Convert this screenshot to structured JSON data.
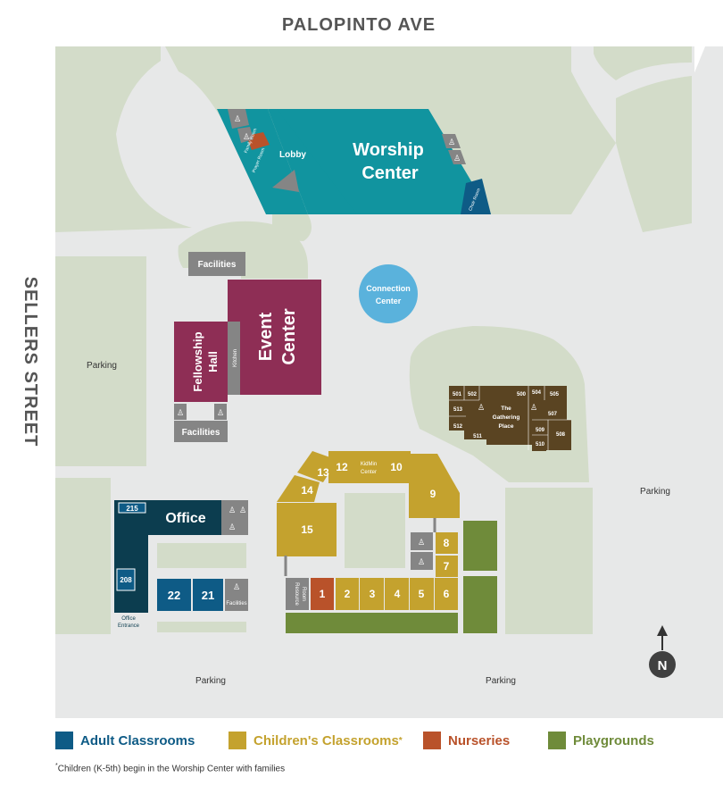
{
  "streets": {
    "north": "PALOPINTO AVE",
    "west": "SELLERS STREET"
  },
  "buildings": {
    "worship_center": "Worship Center",
    "lobby": "Lobby",
    "family_room": "Family Room",
    "prayer_room": "Prayer Room",
    "choir_room": "Choir Room",
    "facilities": "Facilities",
    "event_center": "Event Center",
    "fellowship_hall": "Fellowship Hall",
    "kitchen": "Kitchen",
    "connection_center": "Connection Center",
    "office": "Office",
    "office_entrance": "Office Entrance",
    "resource_room": "Resource Room",
    "kidmin_center": "KidMin Center",
    "gathering_place": "The Gathering Place"
  },
  "rooms": {
    "adult": [
      "215",
      "208",
      "22",
      "21"
    ],
    "children": [
      "1",
      "2",
      "3",
      "4",
      "5",
      "6",
      "7",
      "8",
      "9",
      "10",
      "12",
      "13",
      "14",
      "15"
    ],
    "gathering": [
      "501",
      "502",
      "500",
      "504",
      "505",
      "513",
      "507",
      "512",
      "511",
      "509",
      "510",
      "508"
    ]
  },
  "parking": [
    "Parking",
    "Parking",
    "Parking",
    "Parking"
  ],
  "compass": "N",
  "legend": [
    {
      "label": "Adult Classrooms",
      "color": "#0e5b86"
    },
    {
      "label": "Children's Classrooms",
      "color": "#c4a22e",
      "sup": "*"
    },
    {
      "label": "Nurseries",
      "color": "#b9522a"
    },
    {
      "label": "Playgrounds",
      "color": "#6f8b3a"
    }
  ],
  "footnote": {
    "sup": "*",
    "text": "Children (K-5th) begin in the Worship Center with families"
  },
  "colors": {
    "teal": "#11949f",
    "maroon": "#8e2e55",
    "navy": "#0c3d4f",
    "gold": "#c4a22e",
    "brown": "#5a4422",
    "green": "#6f8b3a",
    "grass": "#d3dcc9",
    "road": "#e7e8e8",
    "gray": "#858585",
    "sky": "#5ab2dc"
  }
}
